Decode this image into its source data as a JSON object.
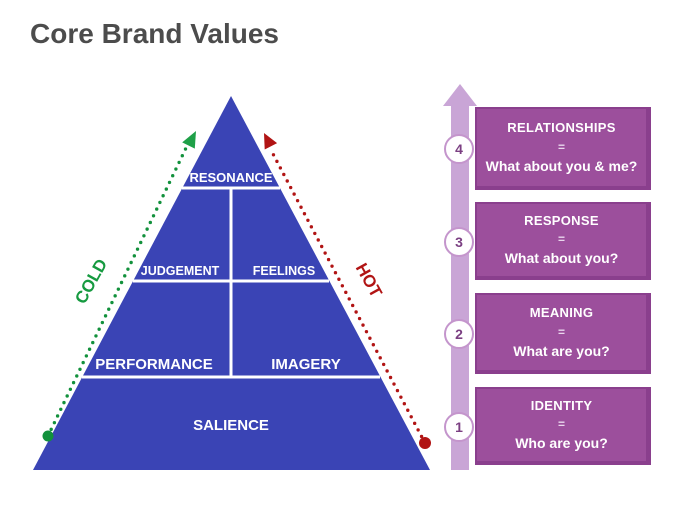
{
  "title": "Core Brand Values",
  "pyramid": {
    "levels": {
      "resonance": "RESONANCE",
      "judgement": "JUDGEMENT",
      "feelings": "FEELINGS",
      "performance": "PERFORMANCE",
      "imagery": "IMAGERY",
      "salience": "SALIENCE"
    },
    "fill_color": "#3a44b5",
    "divider_color": "#ffffff"
  },
  "arrows": {
    "cold_label": "COLD",
    "hot_label": "HOT",
    "cold_color": "#169a40",
    "hot_color": "#b11414"
  },
  "ladder": {
    "shaft_color": "#c9a5d6",
    "box_color": "#9c4f9c",
    "stages": [
      {
        "number": "4",
        "title": "RELATIONSHIPS",
        "equals": "=",
        "question": "What about you & me?"
      },
      {
        "number": "3",
        "title": "RESPONSE",
        "equals": "=",
        "question": "What about you?"
      },
      {
        "number": "2",
        "title": "MEANING",
        "equals": "=",
        "question": "What are you?"
      },
      {
        "number": "1",
        "title": "IDENTITY",
        "equals": "=",
        "question": "Who are you?"
      }
    ]
  }
}
